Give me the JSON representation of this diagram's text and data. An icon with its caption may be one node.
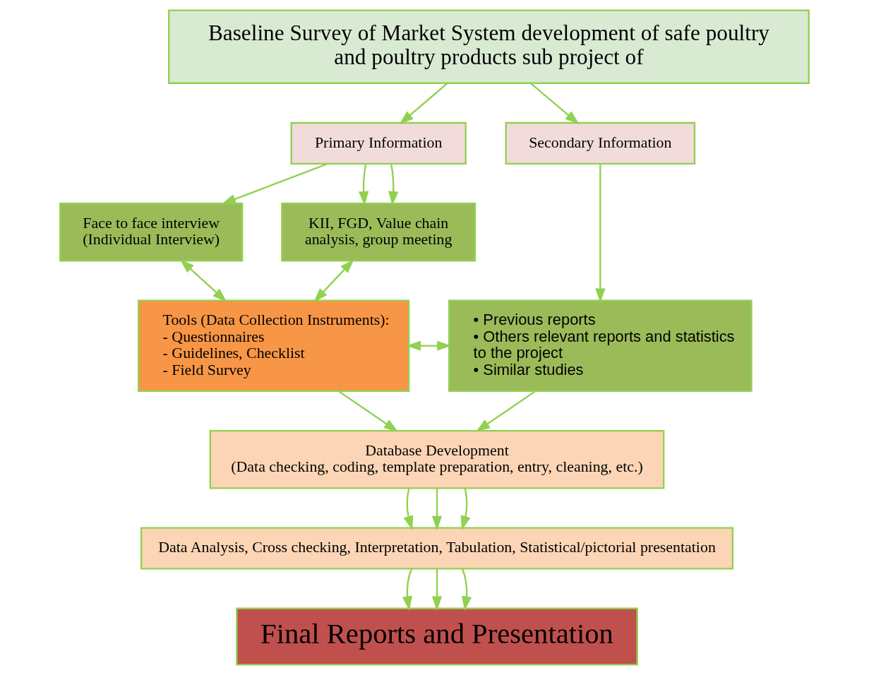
{
  "diagram": {
    "nodes": [
      {
        "text": [
          "Baseline Survey of Market System development of safe poultry and poultry products sub project of"
        ]
      },
      {
        "text": [
          "Primary Information"
        ]
      },
      {
        "text": [
          "Secondary Information"
        ]
      },
      {
        "text": [
          "Face to face interview (Individual Interview)"
        ]
      },
      {
        "text": [
          "KII, FGD, Value chain analysis, group meeting"
        ]
      },
      {
        "text": [
          "• Previous reports",
          "• Others relevant reports and statistics to the project",
          "• Similar studies"
        ]
      },
      {
        "text": [
          "Tools (Data Collection Instruments):",
          "- Questionnaires",
          "- Guidelines, Checklist",
          "- Field Survey"
        ]
      },
      {
        "text": [
          "Database Development",
          "(Data checking, coding, template preparation, entry, cleaning, etc.)"
        ]
      },
      {
        "text": [
          "Data Analysis, Cross checking, Interpretation, Tabulation, Statistical/pictorial presentation"
        ]
      },
      {
        "text": [
          "Final Reports and Presentation"
        ]
      }
    ],
    "edges": [
      {
        "from": 0,
        "to": 1,
        "arrow": "to"
      },
      {
        "from": 0,
        "to": 2,
        "arrow": "to"
      },
      {
        "from": 1,
        "to": 3,
        "arrow": "to"
      },
      {
        "from": 1,
        "to": 4,
        "arrow": "to"
      },
      {
        "from": 1,
        "to": 4,
        "arrow": "to"
      },
      {
        "from": 2,
        "to": 5,
        "arrow": "to"
      },
      {
        "from": 3,
        "to": 6,
        "arrow": "both"
      },
      {
        "from": 4,
        "to": 6,
        "arrow": "both"
      },
      {
        "from": 6,
        "to": 5,
        "arrow": "both"
      },
      {
        "from": 6,
        "to": 7,
        "arrow": "to"
      },
      {
        "from": 5,
        "to": 7,
        "arrow": "to"
      },
      {
        "from": 7,
        "to": 8,
        "arrow": "to"
      },
      {
        "from": 7,
        "to": 8,
        "arrow": "to"
      },
      {
        "from": 7,
        "to": 8,
        "arrow": "to"
      },
      {
        "from": 8,
        "to": 9,
        "arrow": "to"
      },
      {
        "from": 8,
        "to": 9,
        "arrow": "to"
      },
      {
        "from": 8,
        "to": 9,
        "arrow": "to"
      }
    ]
  }
}
